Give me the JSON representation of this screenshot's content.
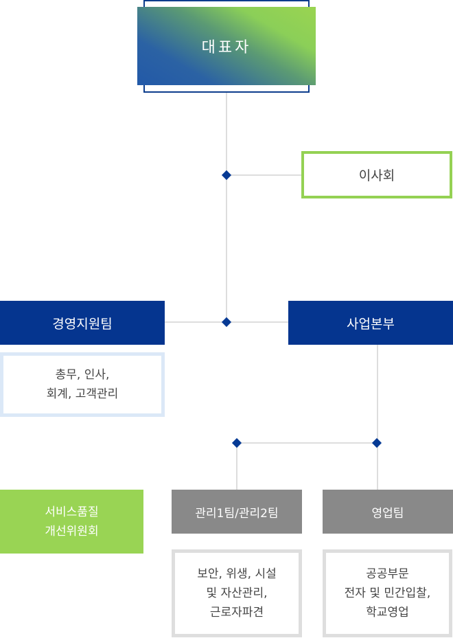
{
  "chart": {
    "title": "조직도",
    "ceo": {
      "label": "대표자"
    },
    "board": {
      "label": "이사회"
    },
    "departments": [
      {
        "id": "management-support",
        "label": "경영지원팀",
        "duties": [
          "총무, 인사,",
          "회계, 고객관리"
        ]
      },
      {
        "id": "business-hq",
        "label": "사업본부",
        "teams": [
          {
            "id": "management-teams",
            "label": "관리1팀/관리2팀",
            "duties": [
              "보안, 위생, 시설",
              "및 자산관리,",
              "근로자파견"
            ]
          },
          {
            "id": "sales-team",
            "label": "영업팀",
            "duties": [
              "공공부문",
              "전자 및 민간입찰,",
              "학교영업"
            ]
          }
        ]
      }
    ],
    "committee": {
      "label_lines": [
        "서비스품질",
        "개선위원회"
      ]
    }
  },
  "colors": {
    "navy": "#05358f",
    "green": "#99d454",
    "gray": "#898989",
    "connector": "#dddddd",
    "node_diamond": "#063a94"
  }
}
